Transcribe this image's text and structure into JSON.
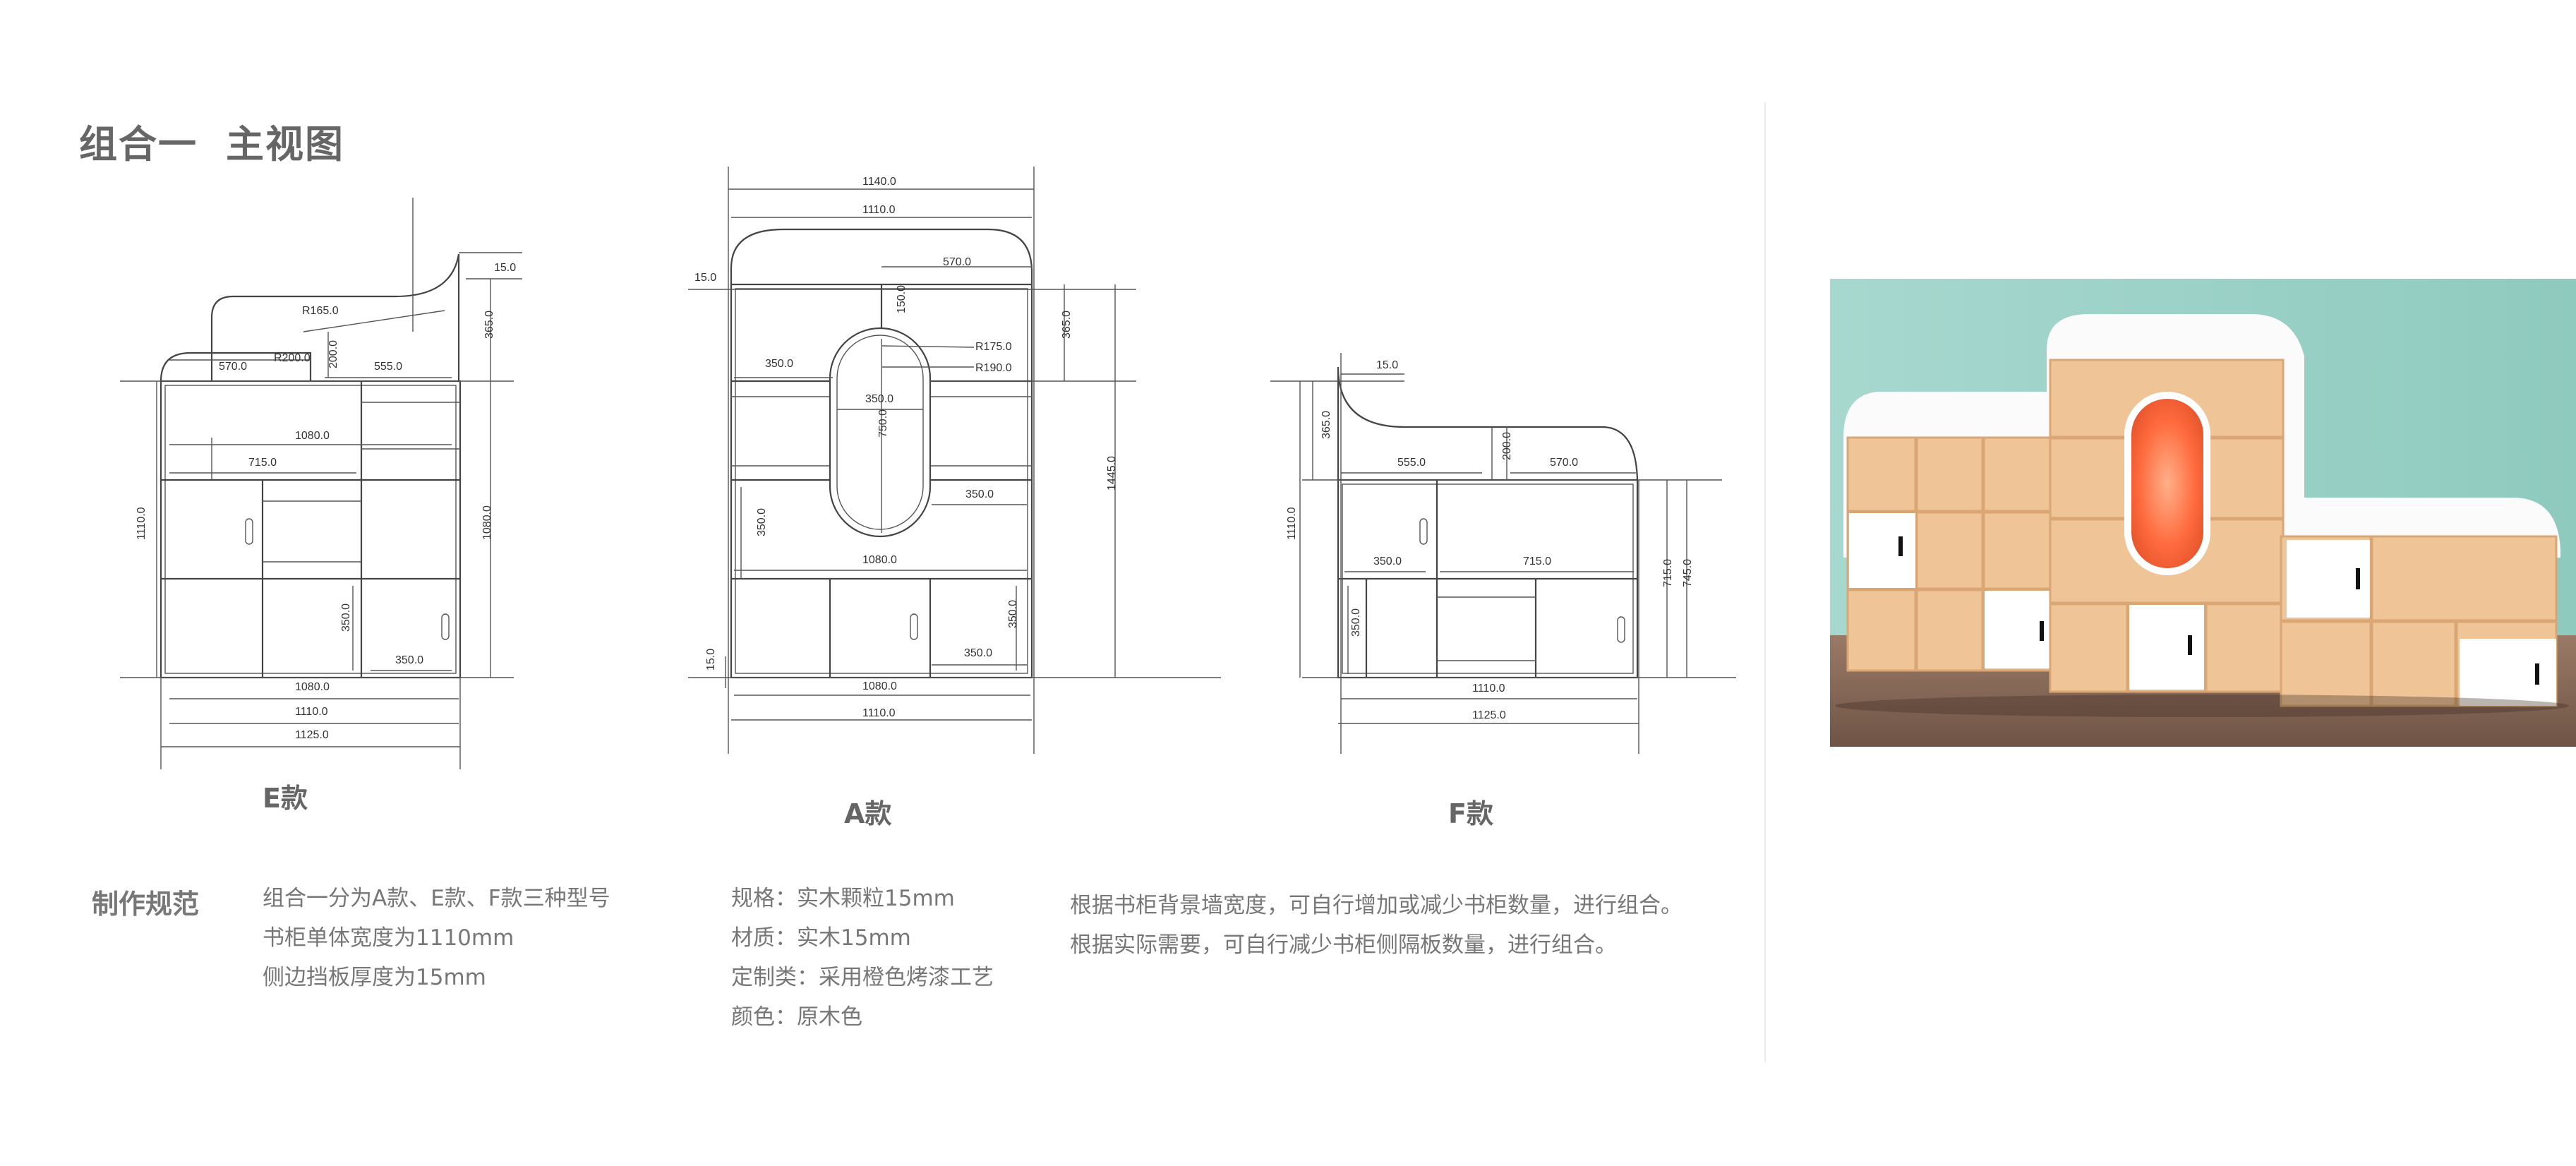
{
  "page": {
    "title_part1": "组合一",
    "title_part2": "主视图",
    "accent_color": "#ff6a3d"
  },
  "drawings": {
    "e": {
      "caption": "E款",
      "dims": [
        "15.0",
        "R165.0",
        "365.0",
        "570.0",
        "R200.0",
        "200.0",
        "555.0",
        "1080.0",
        "715.0",
        "1110.0",
        "1080.0",
        "350.0",
        "350.0",
        "1080.0",
        "1110.0",
        "1125.0"
      ]
    },
    "a": {
      "caption": "A款",
      "dims": [
        "1140.0",
        "1110.0",
        "570.0",
        "15.0",
        "150.0",
        "365.0",
        "R175.0",
        "R190.0",
        "350.0",
        "350.0",
        "750.0",
        "1445.0",
        "350.0",
        "350.0",
        "1080.0",
        "350.0",
        "350.0",
        "15.0",
        "1080.0",
        "1110.0"
      ]
    },
    "f": {
      "caption": "F款",
      "dims": [
        "15.0",
        "365.0",
        "555.0",
        "200.0",
        "570.0",
        "1110.0",
        "350.0",
        "715.0",
        "715.0",
        "745.0",
        "350.0",
        "1110.0",
        "1125.0"
      ]
    }
  },
  "photo": {
    "wall_color": "#9fd3c9",
    "floor_color": "#8b6b58",
    "wood_color": "#f0c79c",
    "door_color": "#ffffff",
    "glow_color": "#ff6a3d"
  },
  "specs": {
    "heading": "制作规范",
    "col1": [
      "组合一分为A款、E款、F款三种型号",
      "书柜单体宽度为1110mm",
      "侧边挡板厚度为15mm"
    ],
    "col2": [
      "规格：实木颗粒15mm",
      "材质：实木15mm",
      "定制类：采用橙色烤漆工艺",
      "颜色：原木色"
    ],
    "col3": [
      "根据书柜背景墙宽度，可自行增加或减少书柜数量，进行组合。",
      "根据实际需要，可自行减少书柜侧隔板数量，进行组合。"
    ]
  }
}
